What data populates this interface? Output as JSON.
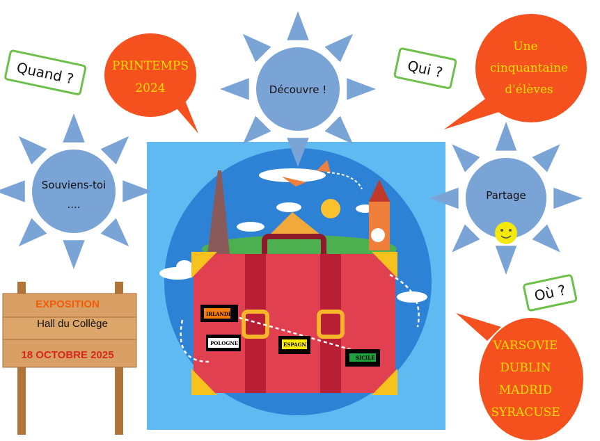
{
  "suns": {
    "discover": "Découvre !",
    "remember_line1": "Souviens-toi",
    "remember_line2": "....",
    "share": "Partage"
  },
  "bubbles": {
    "when_answer_line1": "PRINTEMPS",
    "when_answer_line2": "2024",
    "who_answer_line1": "Une",
    "who_answer_line2": "cinquantaine",
    "who_answer_line3": "d'élèves",
    "where_answer": [
      "VARSOVIE",
      "DUBLIN",
      "MADRID",
      "SYRACUSE"
    ]
  },
  "tags": {
    "when": "Quand ?",
    "who": "Qui ?",
    "where": "Où ?"
  },
  "sign": {
    "title": "EXPOSITION",
    "place": "Hall du Collège",
    "date": "18 OCTOBRE 2025"
  },
  "luggage_labels": {
    "ireland": "IRLANDE",
    "poland": "POLOGNE",
    "spain": "ESPAGNE",
    "sicily": "SICILE"
  },
  "colors": {
    "sun": "#7aa3d6",
    "bubble": "#f4511e",
    "bubble_text": "#ffe000",
    "tag_border": "#6cc04a",
    "sign_title": "#f25c05",
    "sign_date": "#d9261c"
  }
}
